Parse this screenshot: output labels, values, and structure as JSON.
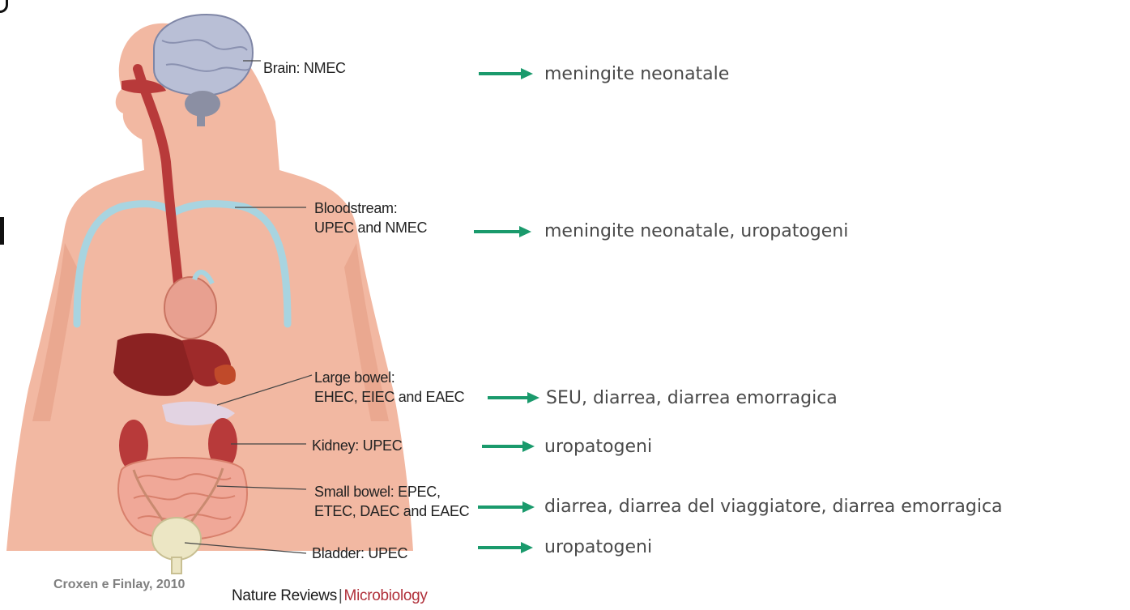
{
  "organs": [
    {
      "id": "brain",
      "lines": [
        "Brain: NMEC"
      ],
      "disease": "meningite neonatale"
    },
    {
      "id": "bloodstream",
      "lines": [
        "Bloodstream:",
        "UPEC and NMEC"
      ],
      "disease": "meningite neonatale, uropatogeni"
    },
    {
      "id": "large-bowel",
      "lines": [
        "Large bowel:",
        "EHEC, EIEC and EAEC"
      ],
      "disease": "SEU, diarrea, diarrea emorragica"
    },
    {
      "id": "kidney",
      "lines": [
        "Kidney: UPEC"
      ],
      "disease": "uropatogeni"
    },
    {
      "id": "small-bowel",
      "lines": [
        "Small bowel: EPEC,",
        "ETEC, DAEC and EAEC"
      ],
      "disease": "diarrea, diarrea del viaggiatore, diarrea emorragica"
    },
    {
      "id": "bladder",
      "lines": [
        "Bladder: UPEC"
      ],
      "disease": "uropatogeni"
    }
  ],
  "citation": "Croxen e Finlay, 2010",
  "journal": {
    "name": "Nature Reviews",
    "separator": "|",
    "section": "Microbiology"
  },
  "colors": {
    "arrow": "#1a9a6c",
    "skin": "#f2b8a2",
    "skin_dark": "#e49a82",
    "vessel": "#a8d4e0",
    "tract": "#b83a3a",
    "liver": "#8b2222",
    "brain": "#b9bfd6",
    "bladder": "#ece6c4"
  }
}
